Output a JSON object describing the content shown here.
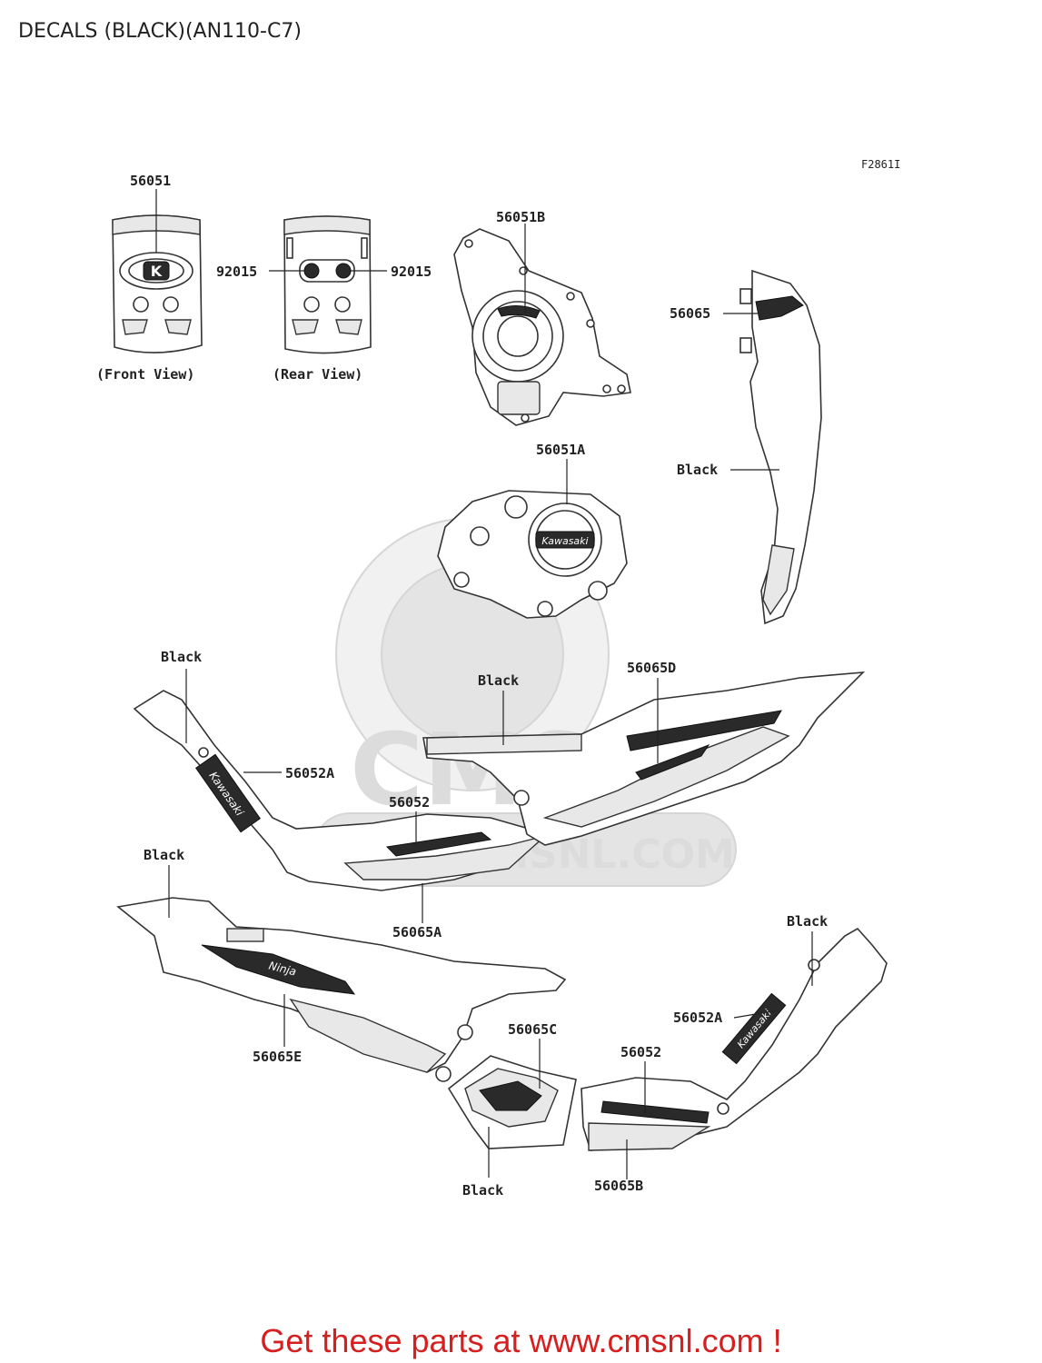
{
  "page": {
    "title": "DECALS (BLACK)(AN110-C7)",
    "figure_code": "F2861I",
    "footer_cta": "Get these parts at www.cmsnl.com !"
  },
  "watermark": {
    "brand": "CMS",
    "url": "WWW.CMSNL.COM"
  },
  "views": {
    "front": "(Front View)",
    "rear": "(Rear View)"
  },
  "callouts": {
    "p56051": "56051",
    "p92015_left": "92015",
    "p92015_right": "92015",
    "p56051B": "56051B",
    "p56065": "56065",
    "p56051A": "56051A",
    "black_side": "Black",
    "black_left_frame": "Black",
    "black_center": "Black",
    "p56065D": "56065D",
    "p56052A_left": "56052A",
    "p56052_center": "56052",
    "p56065A": "56065A",
    "black_lower_left": "Black",
    "p56065E": "56065E",
    "p56065C": "56065C",
    "black_bottom": "Black",
    "black_right": "Black",
    "p56052A_right": "56052A",
    "p56052_right": "56052",
    "p56065B": "56065B"
  }
}
